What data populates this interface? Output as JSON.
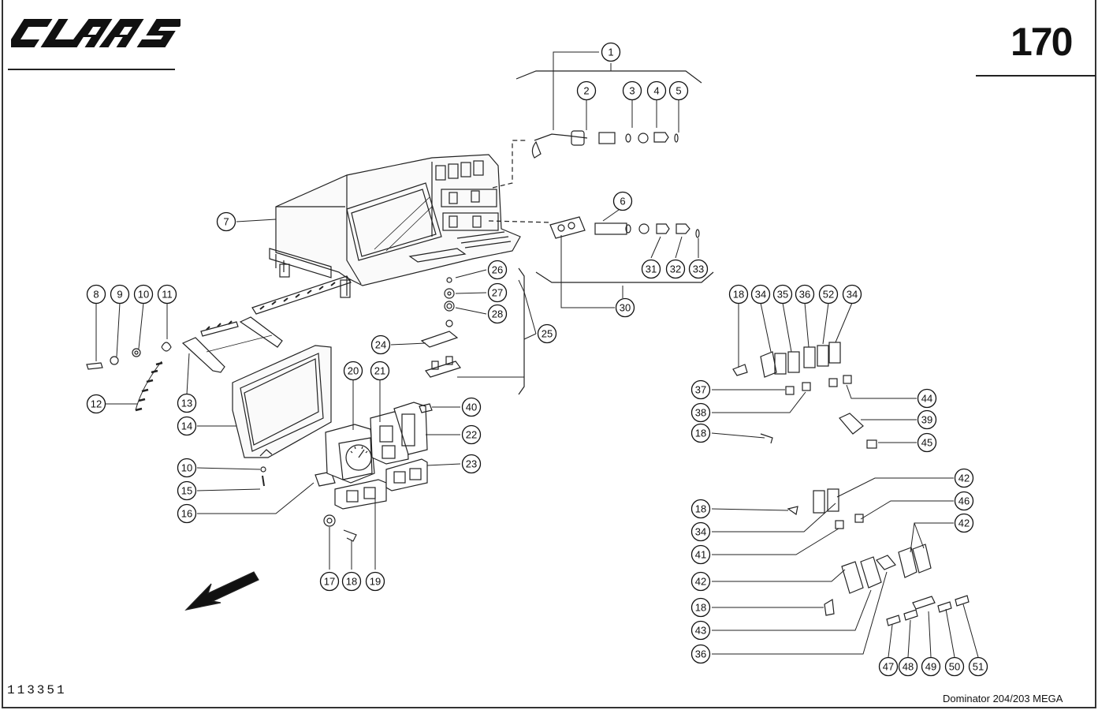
{
  "header": {
    "brand": "CLAAS",
    "page_number": "170"
  },
  "footer": {
    "document_number": "113351",
    "model": "Dominator 204/203 MEGA"
  },
  "callouts": [
    {
      "id": "c1",
      "label": "1"
    },
    {
      "id": "c2",
      "label": "2"
    },
    {
      "id": "c3",
      "label": "3"
    },
    {
      "id": "c4",
      "label": "4"
    },
    {
      "id": "c5",
      "label": "5"
    },
    {
      "id": "c6",
      "label": "6"
    },
    {
      "id": "c7",
      "label": "7"
    },
    {
      "id": "c8",
      "label": "8"
    },
    {
      "id": "c9",
      "label": "9"
    },
    {
      "id": "c10a",
      "label": "10"
    },
    {
      "id": "c11",
      "label": "11"
    },
    {
      "id": "c12",
      "label": "12"
    },
    {
      "id": "c13",
      "label": "13"
    },
    {
      "id": "c14",
      "label": "14"
    },
    {
      "id": "c10b",
      "label": "10"
    },
    {
      "id": "c15",
      "label": "15"
    },
    {
      "id": "c16",
      "label": "16"
    },
    {
      "id": "c17",
      "label": "17"
    },
    {
      "id": "c18a",
      "label": "18"
    },
    {
      "id": "c19",
      "label": "19"
    },
    {
      "id": "c20",
      "label": "20"
    },
    {
      "id": "c21",
      "label": "21"
    },
    {
      "id": "c22",
      "label": "22"
    },
    {
      "id": "c23",
      "label": "23"
    },
    {
      "id": "c24",
      "label": "24"
    },
    {
      "id": "c25",
      "label": "25"
    },
    {
      "id": "c26",
      "label": "26"
    },
    {
      "id": "c27",
      "label": "27"
    },
    {
      "id": "c28",
      "label": "28"
    },
    {
      "id": "c30",
      "label": "30"
    },
    {
      "id": "c31",
      "label": "31"
    },
    {
      "id": "c32",
      "label": "32"
    },
    {
      "id": "c33",
      "label": "33"
    },
    {
      "id": "c40",
      "label": "40"
    },
    {
      "id": "c18b",
      "label": "18"
    },
    {
      "id": "c34a",
      "label": "34"
    },
    {
      "id": "c35",
      "label": "35"
    },
    {
      "id": "c36a",
      "label": "36"
    },
    {
      "id": "c52",
      "label": "52"
    },
    {
      "id": "c34b",
      "label": "34"
    },
    {
      "id": "c37",
      "label": "37"
    },
    {
      "id": "c38",
      "label": "38"
    },
    {
      "id": "c44",
      "label": "44"
    },
    {
      "id": "c39",
      "label": "39"
    },
    {
      "id": "c18c",
      "label": "18"
    },
    {
      "id": "c45",
      "label": "45"
    },
    {
      "id": "c42a",
      "label": "42"
    },
    {
      "id": "c18d",
      "label": "18"
    },
    {
      "id": "c46",
      "label": "46"
    },
    {
      "id": "c34c",
      "label": "34"
    },
    {
      "id": "c42b",
      "label": "42"
    },
    {
      "id": "c41",
      "label": "41"
    },
    {
      "id": "c42c",
      "label": "42"
    },
    {
      "id": "c18e",
      "label": "18"
    },
    {
      "id": "c43",
      "label": "43"
    },
    {
      "id": "c36b",
      "label": "36"
    },
    {
      "id": "c47",
      "label": "47"
    },
    {
      "id": "c48",
      "label": "48"
    },
    {
      "id": "c49",
      "label": "49"
    },
    {
      "id": "c50",
      "label": "50"
    },
    {
      "id": "c51",
      "label": "51"
    }
  ]
}
